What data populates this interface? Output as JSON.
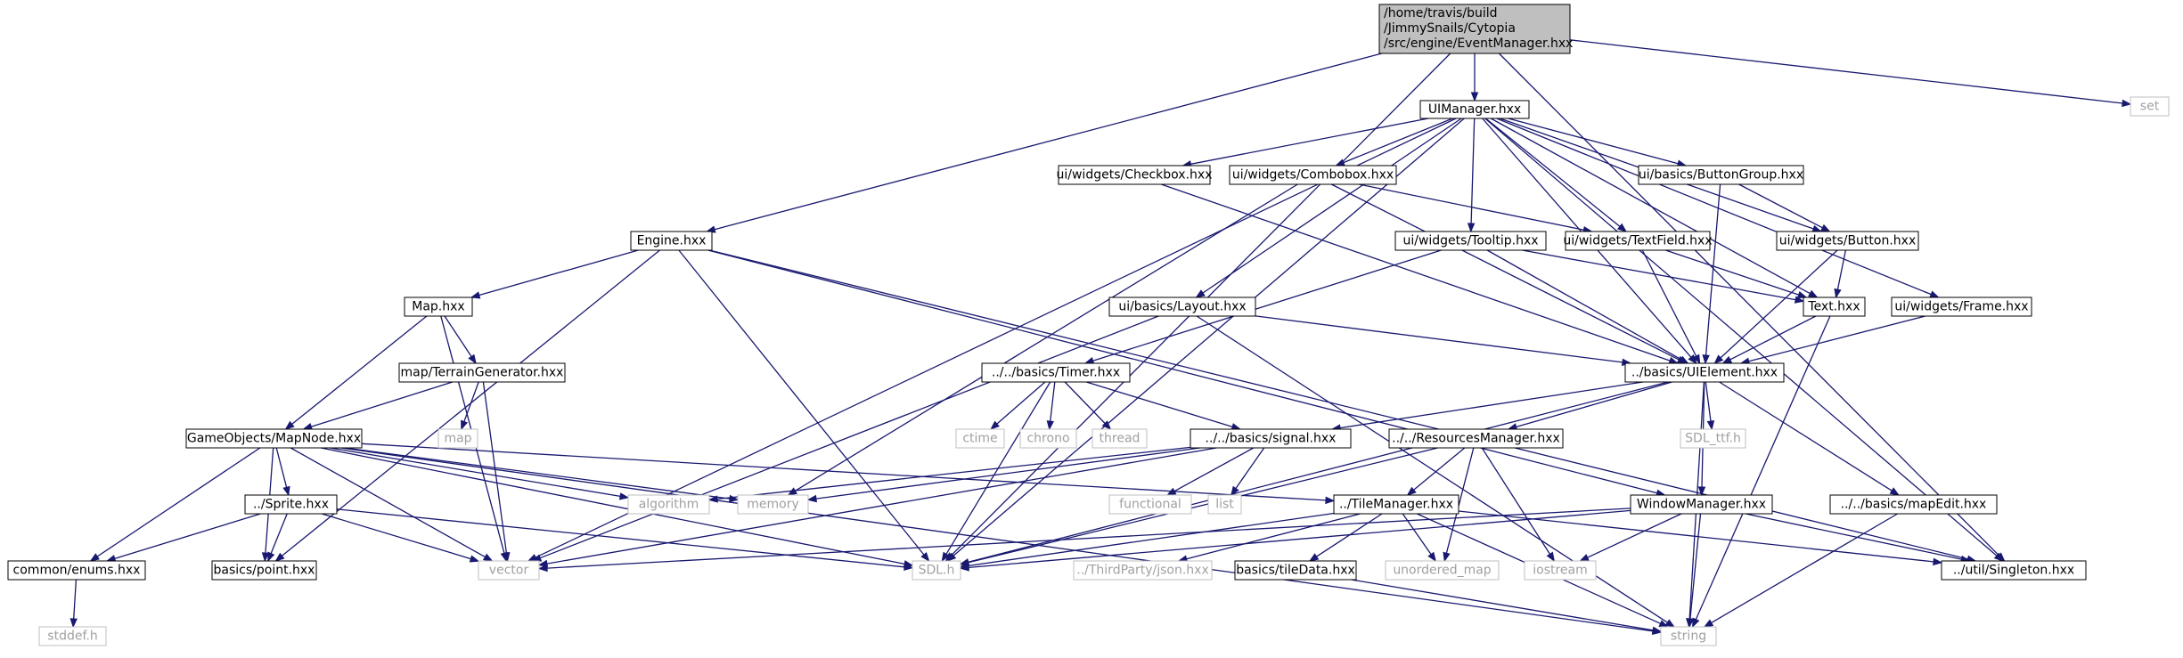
{
  "colors": {
    "edge": "#191970",
    "root_fill": "#bfbfbf",
    "local_border": "#000000",
    "external_border": "#bfbfbf",
    "external_text": "#a0a0a0"
  },
  "graph": {
    "nodes": [
      {
        "id": "root",
        "kind": "root",
        "lines": [
          "/home/travis/build",
          "/JimmySnails/Cytopia",
          "/src/engine/EventManager.hxx"
        ]
      },
      {
        "id": "uimanager",
        "kind": "local",
        "label": "UIManager.hxx"
      },
      {
        "id": "set",
        "kind": "ext",
        "label": "set"
      },
      {
        "id": "checkbox",
        "kind": "local",
        "label": "ui/widgets/Checkbox.hxx"
      },
      {
        "id": "combobox",
        "kind": "local",
        "label": "ui/widgets/Combobox.hxx"
      },
      {
        "id": "buttongroup",
        "kind": "local",
        "label": "ui/basics/ButtonGroup.hxx"
      },
      {
        "id": "engine",
        "kind": "local",
        "label": "Engine.hxx"
      },
      {
        "id": "tooltip",
        "kind": "local",
        "label": "ui/widgets/Tooltip.hxx"
      },
      {
        "id": "textfield",
        "kind": "local",
        "label": "ui/widgets/TextField.hxx"
      },
      {
        "id": "button",
        "kind": "local",
        "label": "ui/widgets/Button.hxx"
      },
      {
        "id": "map",
        "kind": "local",
        "label": "Map.hxx"
      },
      {
        "id": "layout",
        "kind": "local",
        "label": "ui/basics/Layout.hxx"
      },
      {
        "id": "text",
        "kind": "local",
        "label": "Text.hxx"
      },
      {
        "id": "frame",
        "kind": "local",
        "label": "ui/widgets/Frame.hxx"
      },
      {
        "id": "terraingen",
        "kind": "local",
        "label": "map/TerrainGenerator.hxx"
      },
      {
        "id": "timer",
        "kind": "local",
        "label": "../../basics/Timer.hxx"
      },
      {
        "id": "uielement",
        "kind": "local",
        "label": "../basics/UIElement.hxx"
      },
      {
        "id": "mapext",
        "kind": "ext",
        "label": "map"
      },
      {
        "id": "ctime",
        "kind": "ext",
        "label": "ctime"
      },
      {
        "id": "chrono",
        "kind": "ext",
        "label": "chrono"
      },
      {
        "id": "thread",
        "kind": "ext",
        "label": "thread"
      },
      {
        "id": "sdlttf",
        "kind": "ext",
        "label": "SDL_ttf.h"
      },
      {
        "id": "mapnode",
        "kind": "local",
        "label": "GameObjects/MapNode.hxx"
      },
      {
        "id": "signal",
        "kind": "local",
        "label": "../../basics/signal.hxx"
      },
      {
        "id": "resmgr",
        "kind": "local",
        "label": "../../ResourcesManager.hxx"
      },
      {
        "id": "sprite",
        "kind": "local",
        "label": "../Sprite.hxx"
      },
      {
        "id": "algorithm",
        "kind": "ext",
        "label": "algorithm"
      },
      {
        "id": "memory",
        "kind": "ext",
        "label": "memory"
      },
      {
        "id": "functional",
        "kind": "ext",
        "label": "functional"
      },
      {
        "id": "list",
        "kind": "ext",
        "label": "list"
      },
      {
        "id": "tilemgr",
        "kind": "local",
        "label": "../TileManager.hxx"
      },
      {
        "id": "windowmgr",
        "kind": "local",
        "label": "WindowManager.hxx"
      },
      {
        "id": "mapedit",
        "kind": "local",
        "label": "../../basics/mapEdit.hxx"
      },
      {
        "id": "enums",
        "kind": "local",
        "label": "common/enums.hxx"
      },
      {
        "id": "point",
        "kind": "local",
        "label": "basics/point.hxx"
      },
      {
        "id": "vector",
        "kind": "ext",
        "label": "vector"
      },
      {
        "id": "sdlh",
        "kind": "ext",
        "label": "SDL.h"
      },
      {
        "id": "json",
        "kind": "ext",
        "label": "../ThirdParty/json.hxx"
      },
      {
        "id": "tiledata",
        "kind": "local",
        "label": "basics/tileData.hxx"
      },
      {
        "id": "umap",
        "kind": "ext",
        "label": "unordered_map"
      },
      {
        "id": "iostream",
        "kind": "ext",
        "label": "iostream"
      },
      {
        "id": "singleton",
        "kind": "local",
        "label": "../util/Singleton.hxx"
      },
      {
        "id": "stddef",
        "kind": "ext",
        "label": "stddef.h"
      },
      {
        "id": "string",
        "kind": "ext",
        "label": "string"
      }
    ],
    "edges": [
      [
        "root",
        "uimanager"
      ],
      [
        "root",
        "set"
      ],
      [
        "root",
        "engine"
      ],
      [
        "root",
        "sdlh"
      ],
      [
        "root",
        "singleton"
      ],
      [
        "uimanager",
        "checkbox"
      ],
      [
        "uimanager",
        "combobox"
      ],
      [
        "uimanager",
        "buttongroup"
      ],
      [
        "uimanager",
        "tooltip"
      ],
      [
        "uimanager",
        "textfield"
      ],
      [
        "uimanager",
        "button"
      ],
      [
        "uimanager",
        "layout"
      ],
      [
        "uimanager",
        "text"
      ],
      [
        "uimanager",
        "frame"
      ],
      [
        "uimanager",
        "uielement"
      ],
      [
        "uimanager",
        "vector"
      ],
      [
        "uimanager",
        "sdlh"
      ],
      [
        "uimanager",
        "singleton"
      ],
      [
        "checkbox",
        "uielement"
      ],
      [
        "combobox",
        "textfield"
      ],
      [
        "combobox",
        "uielement"
      ],
      [
        "combobox",
        "memory"
      ],
      [
        "buttongroup",
        "button"
      ],
      [
        "buttongroup",
        "uielement"
      ],
      [
        "engine",
        "map"
      ],
      [
        "engine",
        "windowmgr"
      ],
      [
        "engine",
        "sdlh"
      ],
      [
        "engine",
        "singleton"
      ],
      [
        "engine",
        "point"
      ],
      [
        "tooltip",
        "text"
      ],
      [
        "tooltip",
        "uielement"
      ],
      [
        "tooltip",
        "timer"
      ],
      [
        "textfield",
        "text"
      ],
      [
        "textfield",
        "uielement"
      ],
      [
        "button",
        "text"
      ],
      [
        "button",
        "uielement"
      ],
      [
        "layout",
        "uielement"
      ],
      [
        "layout",
        "vector"
      ],
      [
        "layout",
        "string"
      ],
      [
        "text",
        "uielement"
      ],
      [
        "text",
        "string"
      ],
      [
        "frame",
        "uielement"
      ],
      [
        "map",
        "terraingen"
      ],
      [
        "map",
        "mapnode"
      ],
      [
        "map",
        "vector"
      ],
      [
        "terraingen",
        "mapnode"
      ],
      [
        "terraingen",
        "mapext"
      ],
      [
        "terraingen",
        "vector"
      ],
      [
        "timer",
        "ctime"
      ],
      [
        "timer",
        "chrono"
      ],
      [
        "timer",
        "thread"
      ],
      [
        "timer",
        "signal"
      ],
      [
        "timer",
        "sdlh"
      ],
      [
        "uielement",
        "signal"
      ],
      [
        "uielement",
        "resmgr"
      ],
      [
        "uielement",
        "sdlttf"
      ],
      [
        "uielement",
        "windowmgr"
      ],
      [
        "uielement",
        "mapedit"
      ],
      [
        "uielement",
        "sdlh"
      ],
      [
        "uielement",
        "string"
      ],
      [
        "mapnode",
        "sprite"
      ],
      [
        "mapnode",
        "tilemgr"
      ],
      [
        "mapnode",
        "enums"
      ],
      [
        "mapnode",
        "point"
      ],
      [
        "mapnode",
        "algorithm"
      ],
      [
        "mapnode",
        "memory"
      ],
      [
        "mapnode",
        "vector"
      ],
      [
        "mapnode",
        "sdlh"
      ],
      [
        "mapnode",
        "string"
      ],
      [
        "signal",
        "functional"
      ],
      [
        "signal",
        "list"
      ],
      [
        "signal",
        "algorithm"
      ],
      [
        "signal",
        "memory"
      ],
      [
        "signal",
        "vector"
      ],
      [
        "resmgr",
        "tilemgr"
      ],
      [
        "resmgr",
        "umap"
      ],
      [
        "resmgr",
        "iostream"
      ],
      [
        "resmgr",
        "sdlh"
      ],
      [
        "sprite",
        "enums"
      ],
      [
        "sprite",
        "point"
      ],
      [
        "sprite",
        "vector"
      ],
      [
        "sprite",
        "sdlh"
      ],
      [
        "tilemgr",
        "json"
      ],
      [
        "tilemgr",
        "tiledata"
      ],
      [
        "tilemgr",
        "umap"
      ],
      [
        "tilemgr",
        "singleton"
      ],
      [
        "tilemgr",
        "sdlh"
      ],
      [
        "tilemgr",
        "string"
      ],
      [
        "windowmgr",
        "iostream"
      ],
      [
        "windowmgr",
        "singleton"
      ],
      [
        "windowmgr",
        "string"
      ],
      [
        "windowmgr",
        "sdlh"
      ],
      [
        "windowmgr",
        "vector"
      ],
      [
        "mapedit",
        "string"
      ],
      [
        "enums",
        "stddef"
      ],
      [
        "tiledata",
        "string"
      ]
    ]
  }
}
